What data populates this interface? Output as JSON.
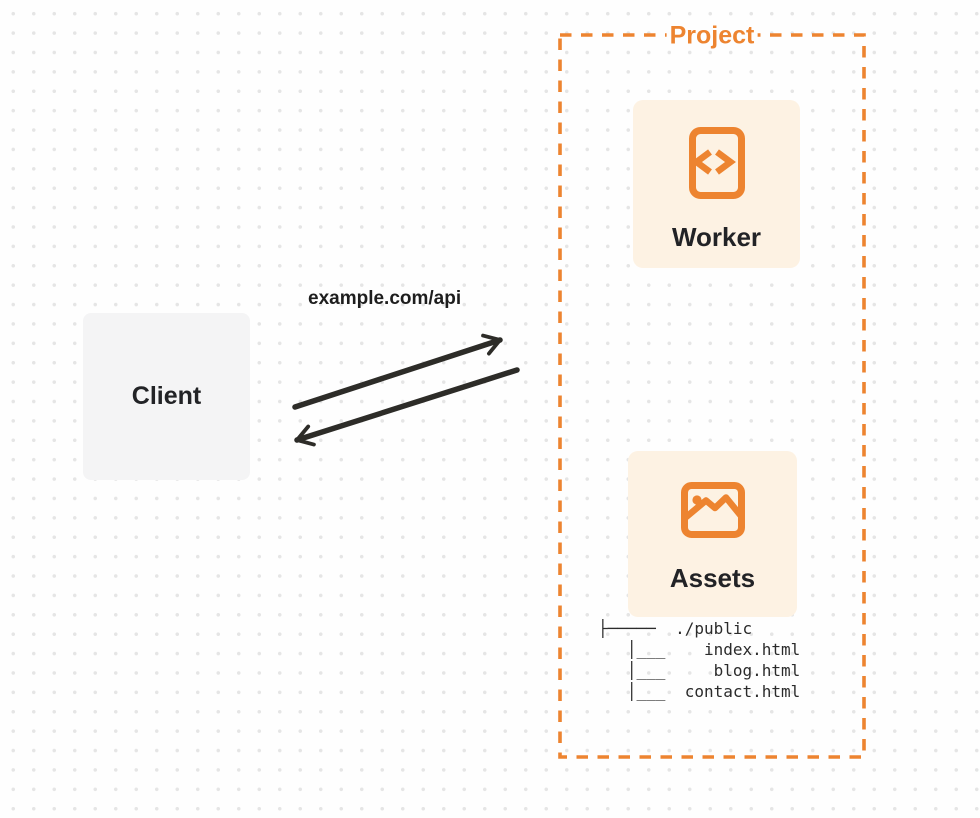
{
  "colors": {
    "accent_orange": "#ED8430",
    "box_cream": "#FDF2E3",
    "client_gray": "#F4F4F5",
    "ink_dark": "#222326",
    "arrow_dark": "#2D2C28",
    "page_bg": "#FEFEFE",
    "dot_gray": "#E5E5E5"
  },
  "diagram": {
    "client": {
      "label": "Client"
    },
    "request": {
      "label": "example.com/api"
    },
    "project": {
      "label": "Project",
      "worker": {
        "label": "Worker",
        "icon": "code-file-icon"
      },
      "assets": {
        "label": "Assets",
        "icon": "image-icon",
        "file_tree": "├─────  ./public\n   │___    index.html\n   │___     blog.html\n   │___  contact.html"
      }
    }
  }
}
